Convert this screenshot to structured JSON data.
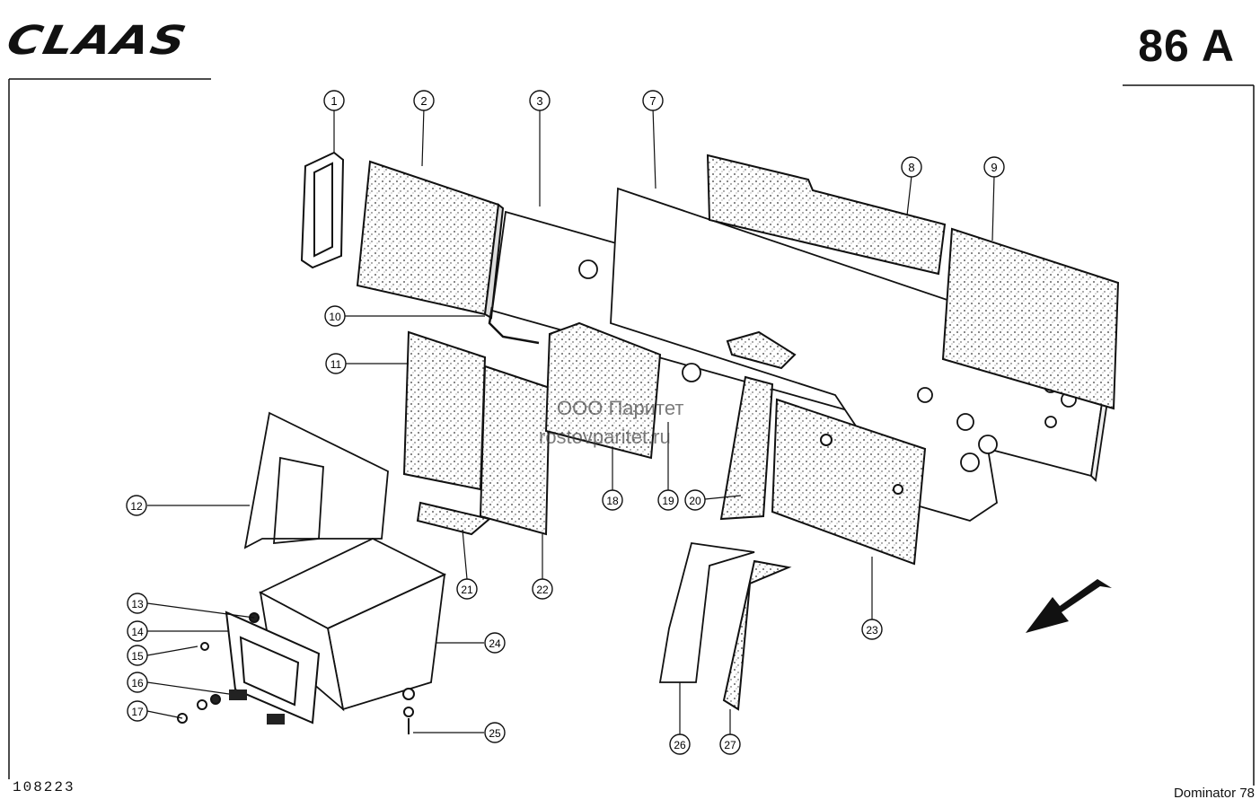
{
  "header": {
    "brand": "CLAAS",
    "page_number": "86 A"
  },
  "footer": {
    "drawing_number": "108223",
    "model": "Dominator 78"
  },
  "watermark": {
    "line1": "ООО Паритет",
    "line2": "rostovparitet.ru"
  },
  "callouts": [
    "1",
    "2",
    "3",
    "7",
    "8",
    "9",
    "10",
    "11",
    "12",
    "13",
    "14",
    "15",
    "16",
    "17",
    "18",
    "19",
    "20",
    "21",
    "22",
    "23",
    "24",
    "25",
    "26",
    "27"
  ]
}
